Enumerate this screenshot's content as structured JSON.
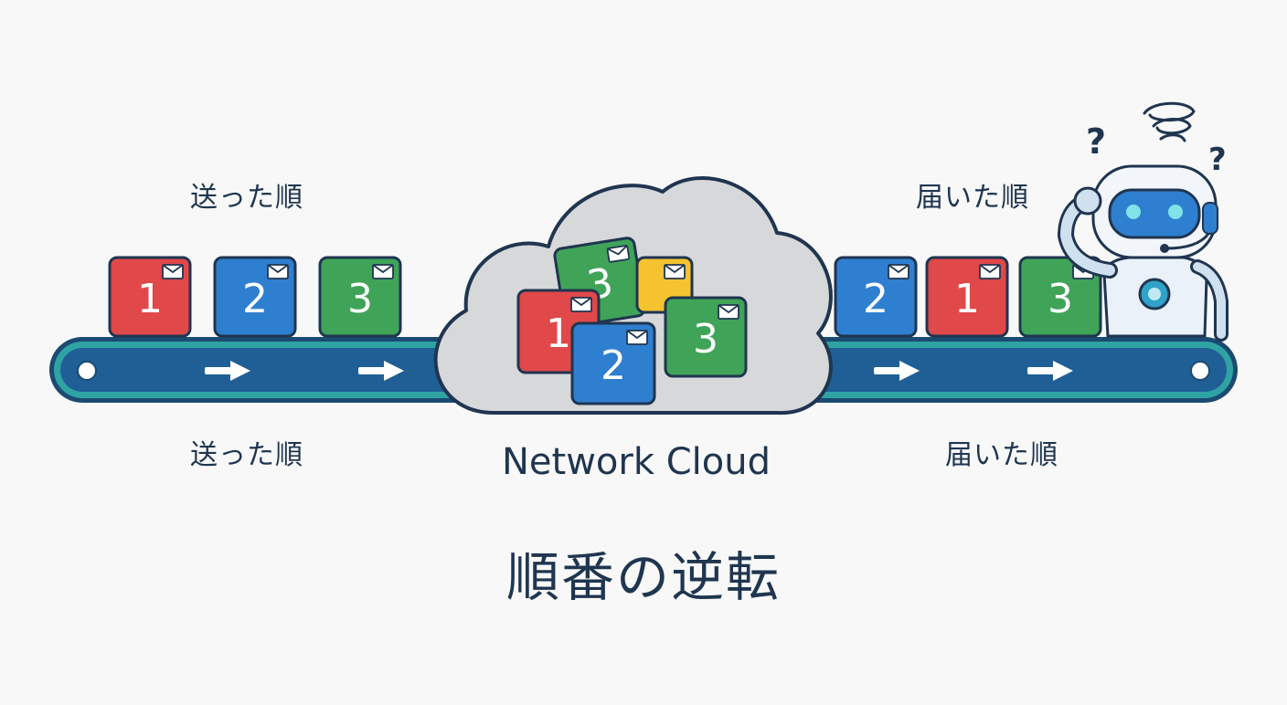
{
  "labels": {
    "sent_top": "送った順",
    "sent_bottom": "送った順",
    "recv_top": "届いた順",
    "recv_bottom": "届いた順",
    "cloud": "Network Cloud",
    "title": "順番の逆転"
  },
  "packets": {
    "sent": [
      {
        "number": "1",
        "color": "#e0484a"
      },
      {
        "number": "2",
        "color": "#2f7fd0"
      },
      {
        "number": "3",
        "color": "#3fa458"
      }
    ],
    "in_cloud": [
      {
        "number": "3",
        "color": "#3fa458"
      },
      {
        "number": "",
        "color": "#f4c32f"
      },
      {
        "number": "1",
        "color": "#e0484a"
      },
      {
        "number": "3",
        "color": "#3fa458"
      },
      {
        "number": "2",
        "color": "#2f7fd0"
      }
    ],
    "received": [
      {
        "number": "2",
        "color": "#2f7fd0"
      },
      {
        "number": "1",
        "color": "#e0484a"
      },
      {
        "number": "3",
        "color": "#3fa458"
      }
    ]
  },
  "robot": {
    "marks": [
      "?",
      "?"
    ]
  },
  "colors": {
    "belt_outer": "#1b4a72",
    "belt_border": "#2fa3a3",
    "belt_body": "#1f5f96",
    "cloud_fill": "#d6d8da",
    "ink": "#1f3550"
  }
}
